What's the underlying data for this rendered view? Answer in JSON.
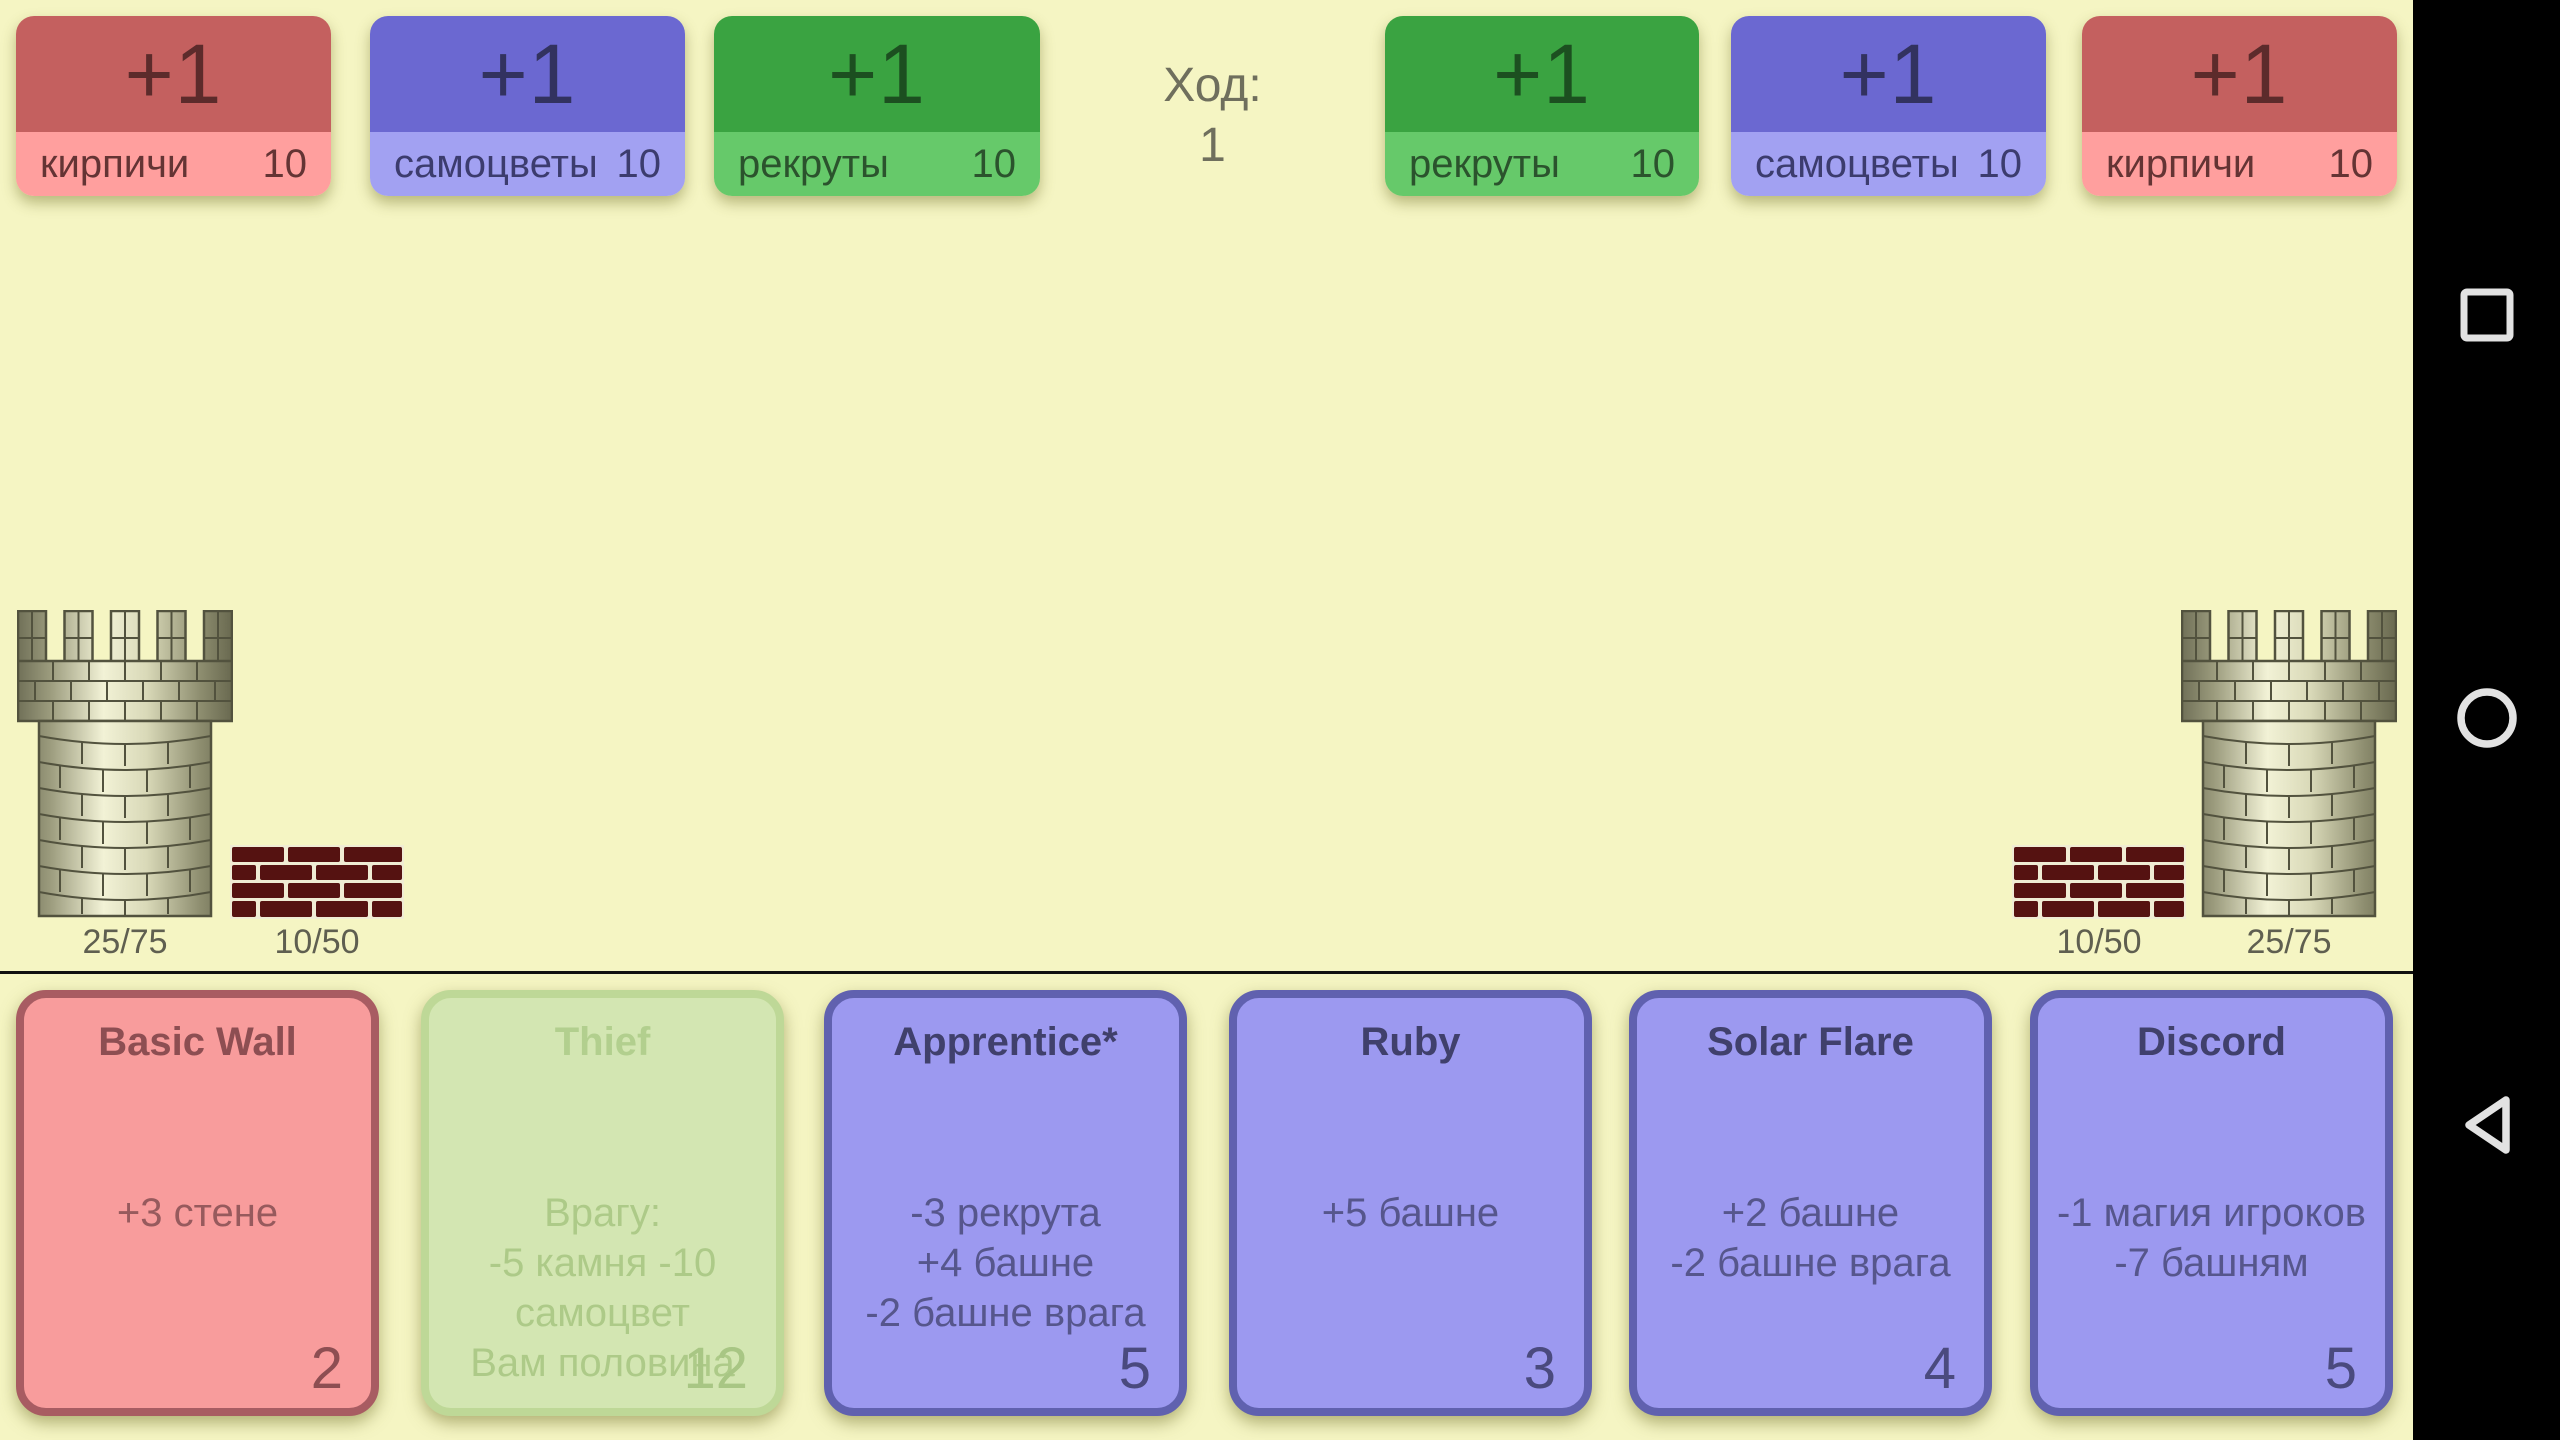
{
  "turn": {
    "label": "Ход:",
    "value": "1"
  },
  "resources": {
    "left": [
      {
        "type": "bricks",
        "gain": "+1",
        "name": "кирпичи",
        "amount": "10"
      },
      {
        "type": "gems",
        "gain": "+1",
        "name": "самоцветы",
        "amount": "10"
      },
      {
        "type": "recruits",
        "gain": "+1",
        "name": "рекруты",
        "amount": "10"
      }
    ],
    "right": [
      {
        "type": "recruits",
        "gain": "+1",
        "name": "рекруты",
        "amount": "10"
      },
      {
        "type": "gems",
        "gain": "+1",
        "name": "самоцветы",
        "amount": "10"
      },
      {
        "type": "bricks",
        "gain": "+1",
        "name": "кирпичи",
        "amount": "10"
      }
    ]
  },
  "battlefield": {
    "left": {
      "tower_stat": "25/75",
      "wall_stat": "10/50"
    },
    "right": {
      "wall_stat": "10/50",
      "tower_stat": "25/75"
    }
  },
  "cards": [
    {
      "title": "Basic Wall",
      "body": "+3 стене",
      "cost": "2",
      "state": "enabled",
      "color": "red"
    },
    {
      "title": "Thief",
      "body": "Врагу:\n-5 камня -10\nсамоцвет\nВам половина",
      "cost": "12",
      "state": "disabled",
      "color": "green"
    },
    {
      "title": "Apprentice*",
      "body": "-3 рекрута\n+4 башне\n-2 башне врага",
      "cost": "5",
      "state": "enabled",
      "color": "purple"
    },
    {
      "title": "Ruby",
      "body": "+5 башне",
      "cost": "3",
      "state": "enabled",
      "color": "purple"
    },
    {
      "title": "Solar Flare",
      "body": "+2 башне\n-2 башне врага",
      "cost": "4",
      "state": "enabled",
      "color": "purple"
    },
    {
      "title": "Discord",
      "body": "-1 магия игроков\n-7 башням",
      "cost": "5",
      "state": "enabled",
      "color": "purple"
    }
  ],
  "nav": {
    "buttons": [
      "recents-square",
      "home-circle",
      "back-triangle"
    ]
  },
  "colors": {
    "background": "#f5f5c3",
    "bricks_header": "#c4605f",
    "bricks_label": "#ff9f9e",
    "gems_header": "#6b68d1",
    "gems_label": "#a2a1f2",
    "recruits_header": "#3aa341",
    "recruits_label": "#66c96a",
    "card_red_bg": "#f89c9c",
    "card_red_border": "#a85c62",
    "card_purple_bg": "#9c99f0",
    "card_purple_border": "#6061af",
    "card_disabled_bg": "#d3e6b2",
    "card_disabled_border": "#bed897",
    "wall_brick": "#551211",
    "navbar": "#000000"
  }
}
